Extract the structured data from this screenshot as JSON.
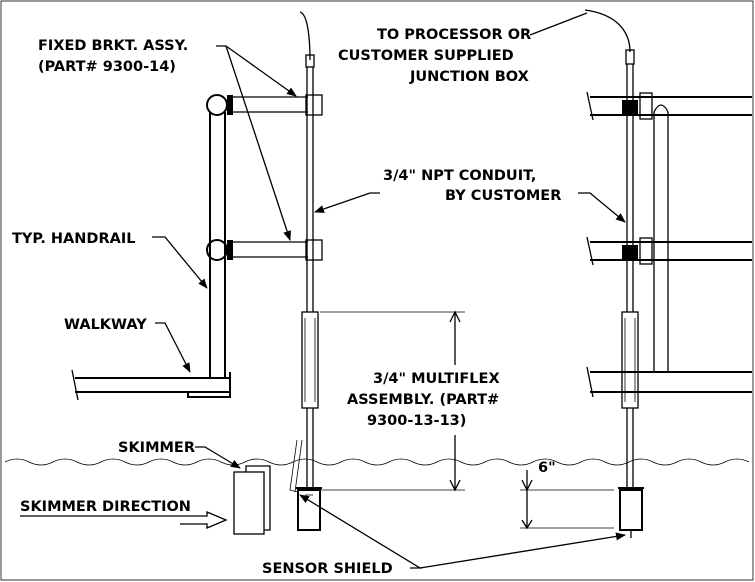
{
  "labels": {
    "fixed_bracket": "FIXED BRKT. ASSY.",
    "fixed_bracket_part": "(PART# 9300-14)",
    "to_processor_1": "TO PROCESSOR OR",
    "to_processor_2": "CUSTOMER SUPPLIED",
    "to_processor_3": "JUNCTION BOX",
    "conduit_1": "3/4\" NPT CONDUIT,",
    "conduit_2": "BY CUSTOMER",
    "handrail": "TYP. HANDRAIL",
    "walkway": "WALKWAY",
    "multiflex_1": "3/4\" MULTIFLEX",
    "multiflex_2": "ASSEMBLY. (PART#",
    "multiflex_3": "9300-13-13)",
    "skimmer": "SKIMMER",
    "skimmer_direction": "SKIMMER DIRECTION",
    "depth": "6\"",
    "sensor_shield": "SENSOR SHIELD"
  }
}
